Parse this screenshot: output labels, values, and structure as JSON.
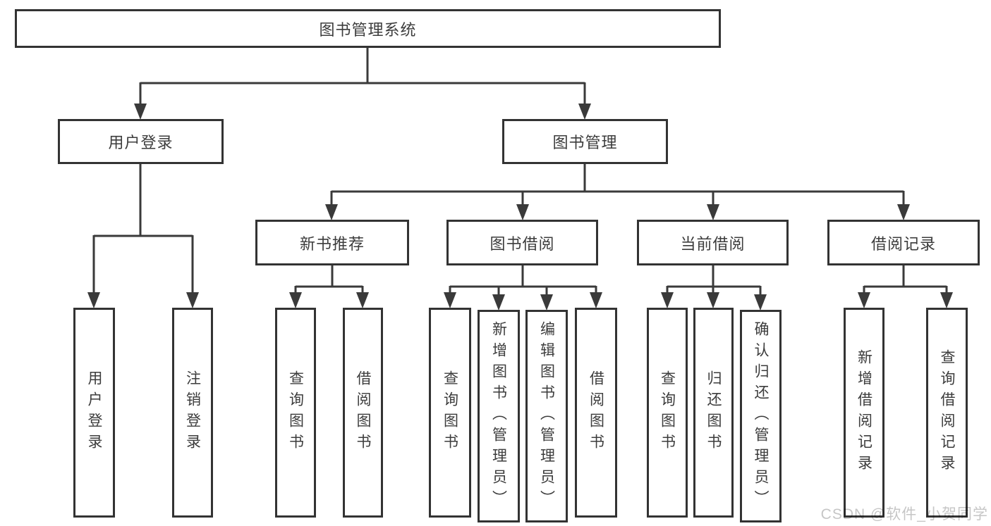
{
  "diagram": {
    "title": "图书管理系统",
    "nodes": {
      "root": "图书管理系统",
      "user_login": "用户登录",
      "book_mgmt": "图书管理",
      "new_book_rec": "新书推荐",
      "book_borrow": "图书借阅",
      "current_borrow": "当前借阅",
      "borrow_records": "借阅记录",
      "leaf_user_login": "用户登录",
      "leaf_logout": "注销登录",
      "rec_query_books": "查询图书",
      "rec_borrow_books": "借阅图书",
      "bor_query_books": "查询图书",
      "bor_add_books": "新增图书（管理员）",
      "bor_edit_books": "编辑图书（管理员）",
      "bor_borrow_books": "借阅图书",
      "cur_query_books": "查询图书",
      "cur_return_books": "归还图书",
      "cur_confirm_return": "确认归还（管理员）",
      "rec_add_record": "新增借阅记录",
      "rec_query_record": "查询借阅记录"
    },
    "hierarchy": {
      "图书管理系统": {
        "用户登录": [
          "用户登录",
          "注销登录"
        ],
        "图书管理": {
          "新书推荐": [
            "查询图书",
            "借阅图书"
          ],
          "图书借阅": [
            "查询图书",
            "新增图书（管理员）",
            "编辑图书（管理员）",
            "借阅图书"
          ],
          "当前借阅": [
            "查询图书",
            "归还图书",
            "确认归还（管理员）"
          ],
          "借阅记录": [
            "新增借阅记录",
            "查询借阅记录"
          ]
        }
      }
    },
    "colors": {
      "line": "#3a3a3a",
      "border": "#333333",
      "text": "#3c3c3c",
      "watermark": "#c6c6c6",
      "background": "#ffffff"
    }
  },
  "watermark": {
    "text": "CSDN @软件_小贺同学"
  }
}
